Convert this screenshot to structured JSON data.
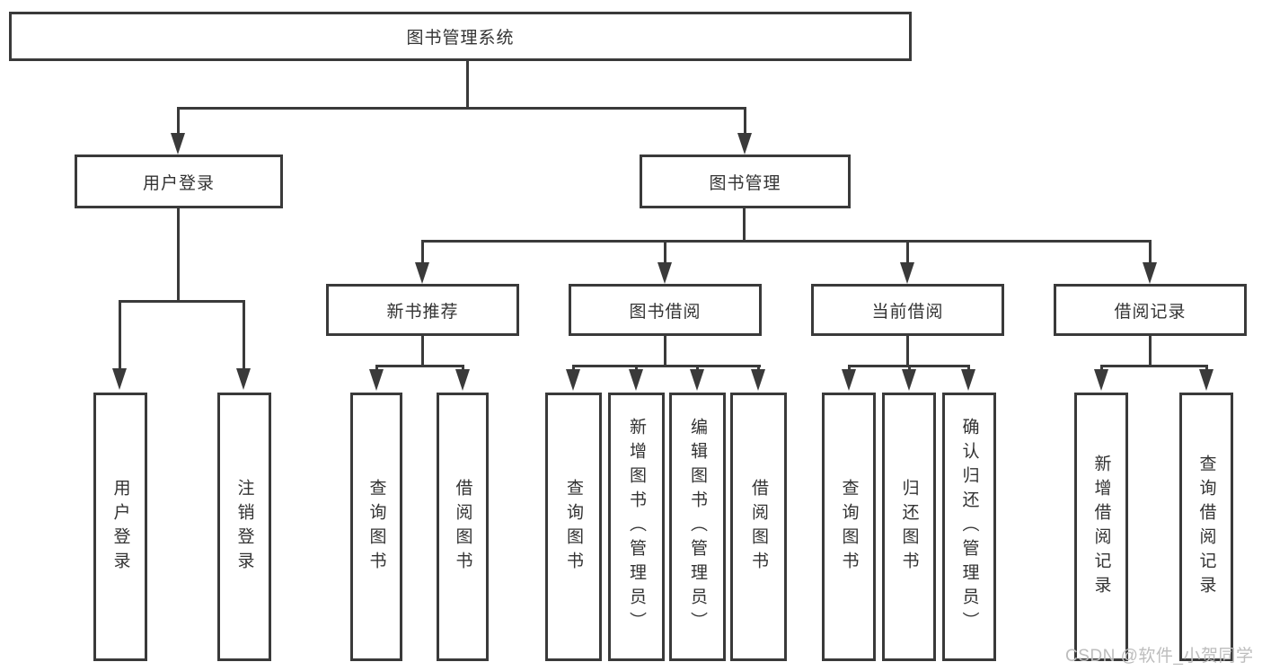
{
  "colors": {
    "line": "#3a3a3a",
    "text": "#333333",
    "watermark": "#bdbdbd",
    "background": "#ffffff"
  },
  "watermark": "CSDN @软件_小贺同学",
  "tree": {
    "label": "图书管理系统",
    "children": [
      {
        "label": "用户登录",
        "children": [
          {
            "label": "用户登录"
          },
          {
            "label": "注销登录"
          }
        ]
      },
      {
        "label": "图书管理",
        "children": [
          {
            "label": "新书推荐",
            "children": [
              {
                "label": "查询图书"
              },
              {
                "label": "借阅图书"
              }
            ]
          },
          {
            "label": "图书借阅",
            "children": [
              {
                "label": "查询图书"
              },
              {
                "label": "新增图书（管理员）"
              },
              {
                "label": "编辑图书（管理员）"
              },
              {
                "label": "借阅图书"
              }
            ]
          },
          {
            "label": "当前借阅",
            "children": [
              {
                "label": "查询图书"
              },
              {
                "label": "归还图书"
              },
              {
                "label": "确认归还（管理员）"
              }
            ]
          },
          {
            "label": "借阅记录",
            "children": [
              {
                "label": "新增借阅记录"
              },
              {
                "label": "查询借阅记录"
              }
            ]
          }
        ]
      }
    ]
  }
}
